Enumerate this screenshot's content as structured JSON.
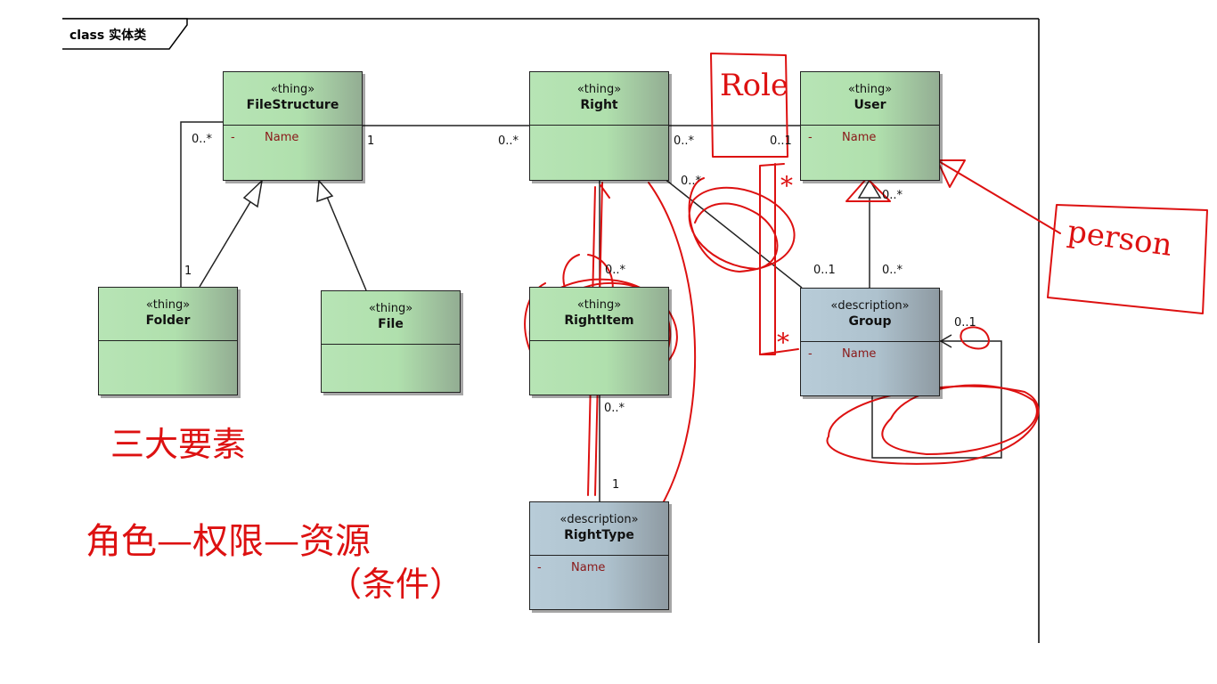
{
  "diagram": {
    "frame_label": "class 实体类",
    "classes": {
      "file_structure": {
        "stereotype": "«thing»",
        "name": "FileStructure",
        "attr_vis": "-",
        "attr_name": "Name"
      },
      "right": {
        "stereotype": "«thing»",
        "name": "Right"
      },
      "user": {
        "stereotype": "«thing»",
        "name": "User",
        "attr_vis": "-",
        "attr_name": "Name"
      },
      "folder": {
        "stereotype": "«thing»",
        "name": "Folder"
      },
      "file": {
        "stereotype": "«thing»",
        "name": "File"
      },
      "right_item": {
        "stereotype": "«thing»",
        "name": "RightItem"
      },
      "group": {
        "stereotype": "«description»",
        "name": "Group",
        "attr_vis": "-",
        "attr_name": "Name"
      },
      "right_type": {
        "stereotype": "«description»",
        "name": "RightType",
        "attr_vis": "-",
        "attr_name": "Name"
      }
    },
    "multiplicities": {
      "fs_folder_top": "0..*",
      "fs_folder_bottom": "1",
      "fs_right_left": "1",
      "fs_right_right": "0..*",
      "right_user_left": "0..*",
      "right_user_right": "0..1",
      "right_group_top": "0..*",
      "right_group_bottom": "0..1",
      "user_group_top": "0..*",
      "group_user_bottom": "0..*",
      "group_self": "0..1",
      "right_rightitem": "0..*",
      "rightitem_righttype_top": "0..*",
      "rightitem_righttype_bottom": "1"
    }
  },
  "annotations": {
    "role_label": "Role",
    "person_label": "person",
    "star_upper": "*",
    "star_lower": "*",
    "three_elements": "三大要素",
    "flow_text": "角色—权限—资源",
    "condition_text": "（条件）"
  },
  "colors": {
    "thing_fill": "#b5e3b2",
    "description_fill": "#b3c7d3",
    "annotation_ink": "#dd1111",
    "attribute_text": "#8a1818"
  }
}
